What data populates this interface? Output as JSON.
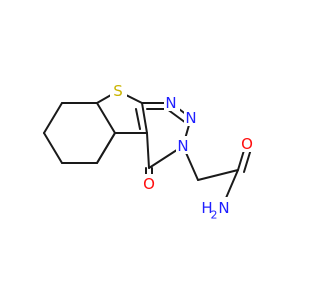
{
  "molecule": {
    "colors": {
      "carbon_bond": "#1a1a1a",
      "sulfur": "#c9b400",
      "nitrogen": "#1f1fff",
      "oxygen": "#ff0d0d"
    },
    "labels": {
      "sulfur": "S",
      "nitrogen_1": "N",
      "nitrogen_2": "N",
      "nitrogen_3": "N",
      "oxygen_carbonyl": "O",
      "oxygen_amide": "O",
      "amide_nitrogen": "N",
      "amide_hydrogens": "H"
    },
    "subscripts": {
      "amide_hydrogen_count": "2"
    }
  }
}
